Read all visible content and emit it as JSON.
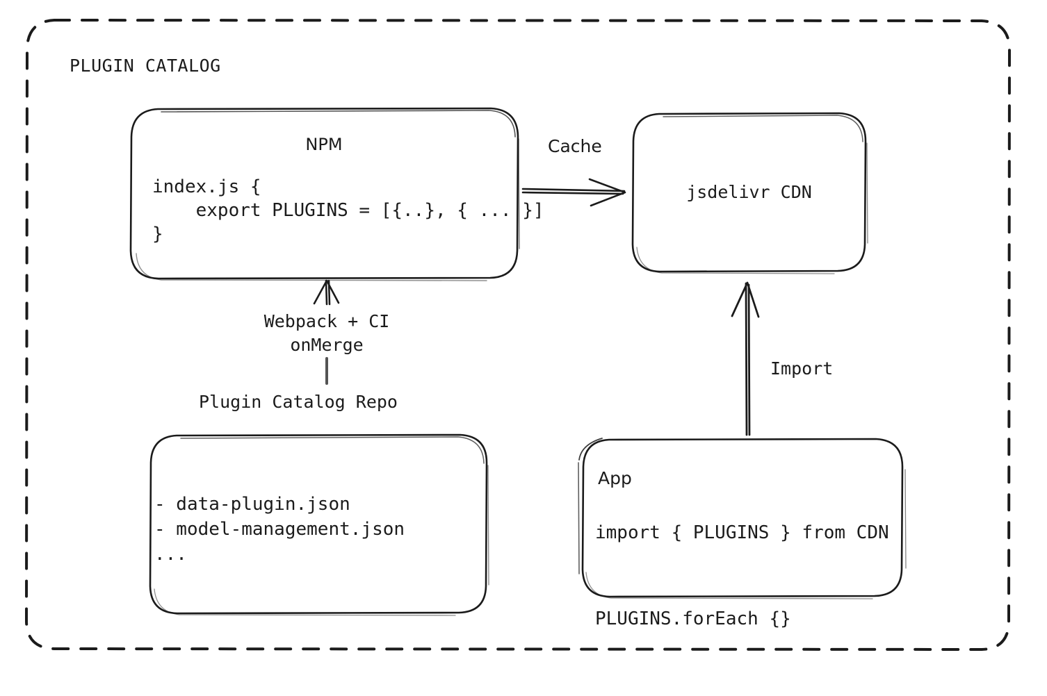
{
  "diagram": {
    "group_title": "PLUGIN CATALOG",
    "accent_color": "#1b1b1b",
    "background_color": "#ffffff",
    "nodes": {
      "npm": {
        "title": "NPM",
        "code": "index.js {\n    export PLUGINS = [{..}, { ... }]\n}"
      },
      "cdn": {
        "title": "jsdelivr CDN"
      },
      "repo": {
        "caption": "Plugin Catalog Repo",
        "files": "- data-plugin.json\n- model-management.json\n..."
      },
      "app": {
        "title": "App",
        "code": "import { PLUGINS } from CDN\n\nPLUGINS.forEach {}"
      }
    },
    "edges": {
      "cache": "Cache",
      "build": "Webpack + CI\nonMerge",
      "import": "Import"
    }
  }
}
